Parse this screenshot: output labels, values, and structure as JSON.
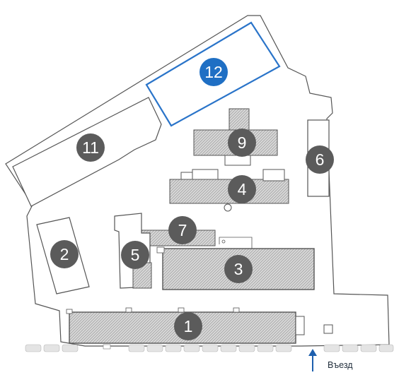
{
  "colors": {
    "marker_gray": "#5b5b5b",
    "marker_highlight": "#1f6fc4",
    "highlight_outline": "#2a74c9",
    "outline": "#555555",
    "hatch_fill": "#cfcfcf",
    "arrow": "#1d5fae"
  },
  "markers": [
    {
      "id": "1",
      "label": "1",
      "highlight": false
    },
    {
      "id": "2",
      "label": "2",
      "highlight": false
    },
    {
      "id": "3",
      "label": "3",
      "highlight": false
    },
    {
      "id": "4",
      "label": "4",
      "highlight": false
    },
    {
      "id": "5",
      "label": "5",
      "highlight": false
    },
    {
      "id": "6",
      "label": "6",
      "highlight": false
    },
    {
      "id": "7",
      "label": "7",
      "highlight": false
    },
    {
      "id": "9",
      "label": "9",
      "highlight": false
    },
    {
      "id": "11",
      "label": "11",
      "highlight": false
    },
    {
      "id": "12",
      "label": "12",
      "highlight": true
    }
  ],
  "entrance": {
    "label": "Въезд",
    "icon": "arrow-up-icon"
  }
}
